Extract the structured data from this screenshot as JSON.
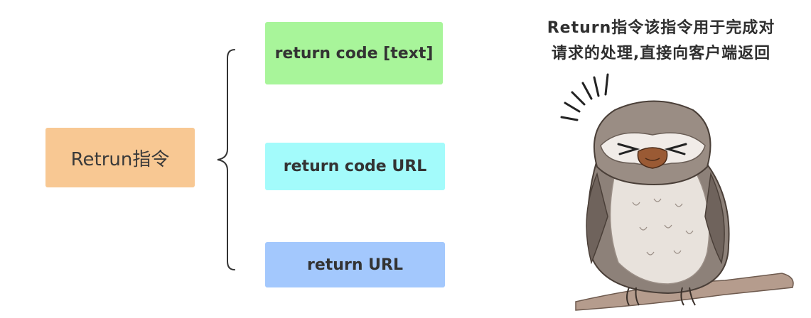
{
  "diagram": {
    "root": {
      "label": "Retrun指令",
      "color": "#f8c893"
    },
    "children": [
      {
        "label": "return code [text]",
        "color": "#a8f59a"
      },
      {
        "label": "return code URL",
        "color": "#a3fbfb"
      },
      {
        "label": "return URL",
        "color": "#a3c8fd"
      }
    ],
    "brace_color": "#333333"
  },
  "caption": {
    "line1": "Return指令该指令用于完成对",
    "line2": "请求的处理,直接向客户端返回"
  },
  "illustration": {
    "icon": "owl-illustration-icon",
    "colors": {
      "body": "#8d8179",
      "belly": "#e8e2dc",
      "beak": "#9a5a34",
      "branch": "#b59c8d"
    }
  }
}
